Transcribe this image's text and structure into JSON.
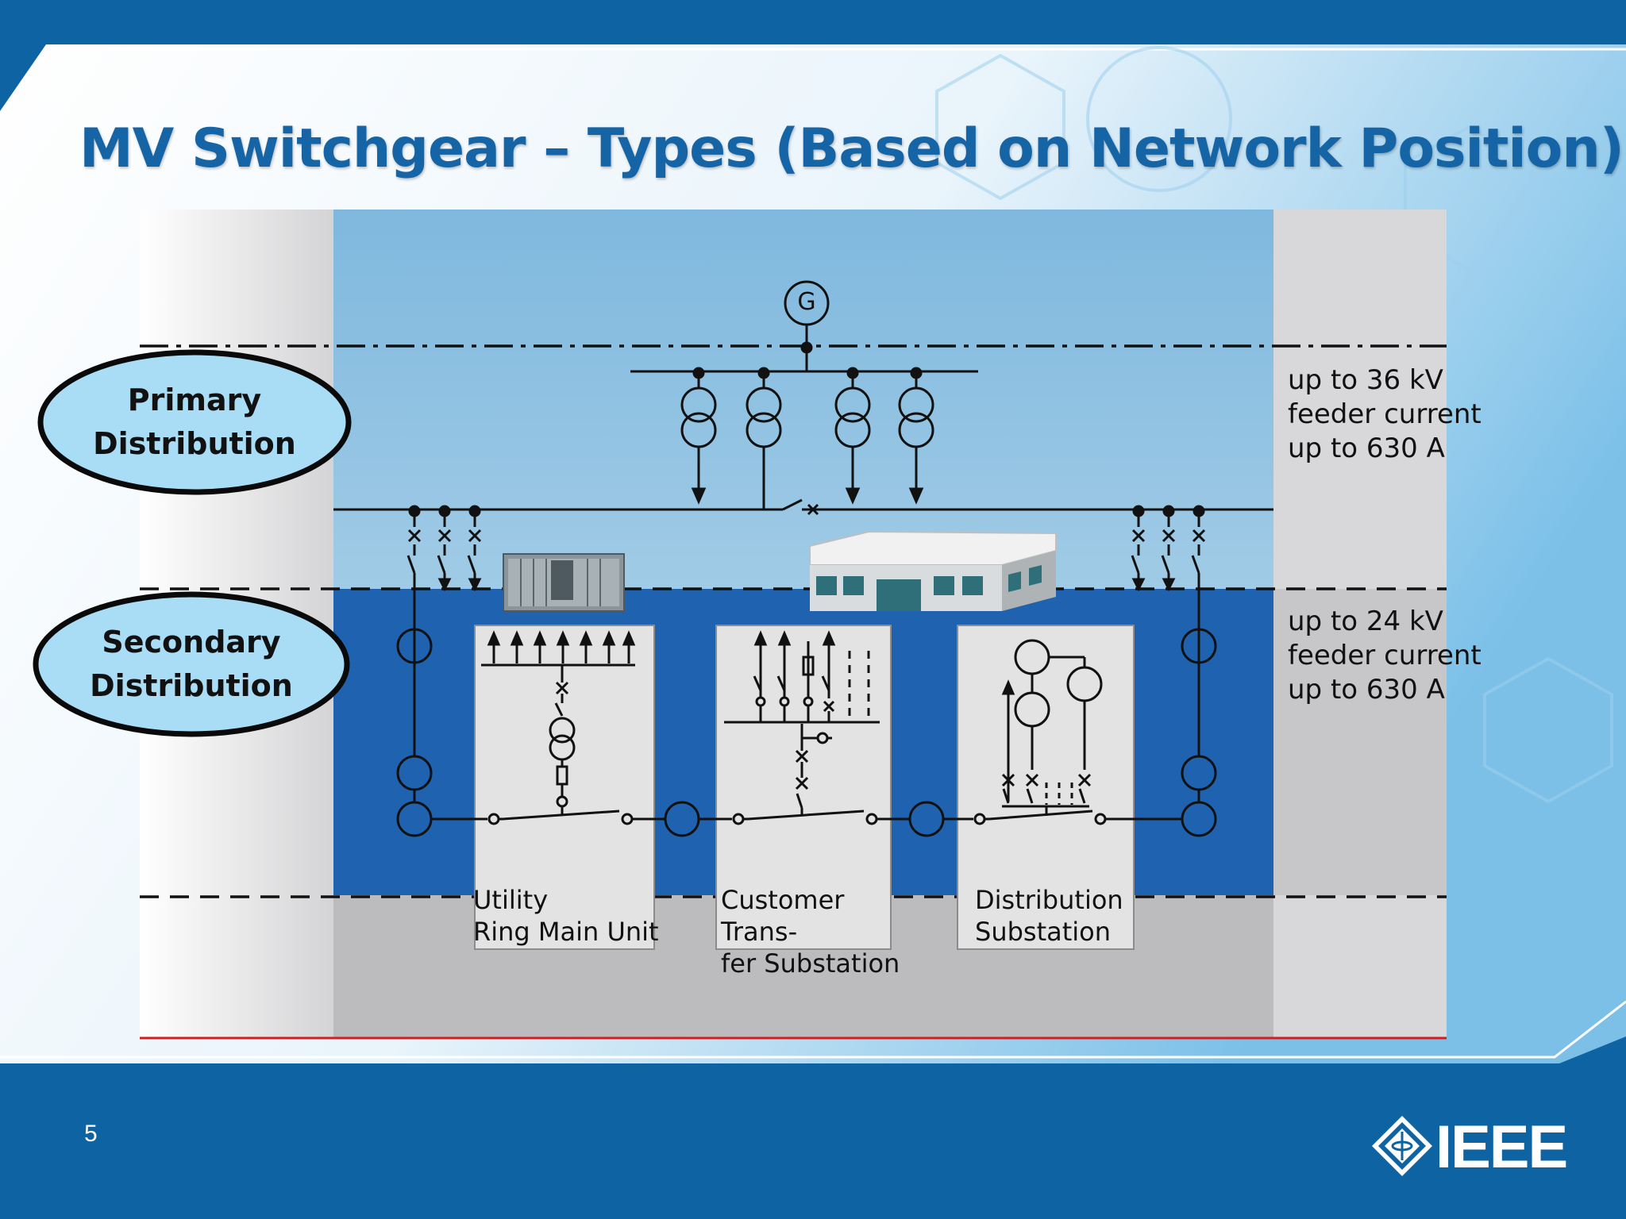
{
  "slide": {
    "title": "MV Switchgear – Types (Based on Network Position)",
    "page_number": "5",
    "logo_text": "IEEE"
  },
  "diagram": {
    "levels": [
      {
        "label_lines": [
          "Primary",
          "Distribution"
        ],
        "spec_lines": [
          "up to 36 kV",
          "feeder current",
          "up to 630 A"
        ]
      },
      {
        "label_lines": [
          "Secondary",
          "Distribution"
        ],
        "spec_lines": [
          "up to 24 kV",
          "feeder current",
          "up to 630 A"
        ]
      }
    ],
    "generator_label": "G",
    "units": [
      {
        "caption_lines": [
          "Utility",
          "Ring Main Unit"
        ]
      },
      {
        "caption_lines": [
          "Customer",
          "Trans-",
          "fer Substation"
        ]
      },
      {
        "caption_lines": [
          "Distribution",
          "Substation"
        ]
      }
    ]
  },
  "colors": {
    "header_blue": "#0e64a3",
    "title_blue": "#1565a6",
    "primary_zone": "#8ec1e0",
    "secondary_zone": "#1f63b0",
    "ellipse_fill": "#a9dcf5",
    "panel_fill": "#e3e3e3",
    "bottom_line_red": "#d21e1e"
  }
}
